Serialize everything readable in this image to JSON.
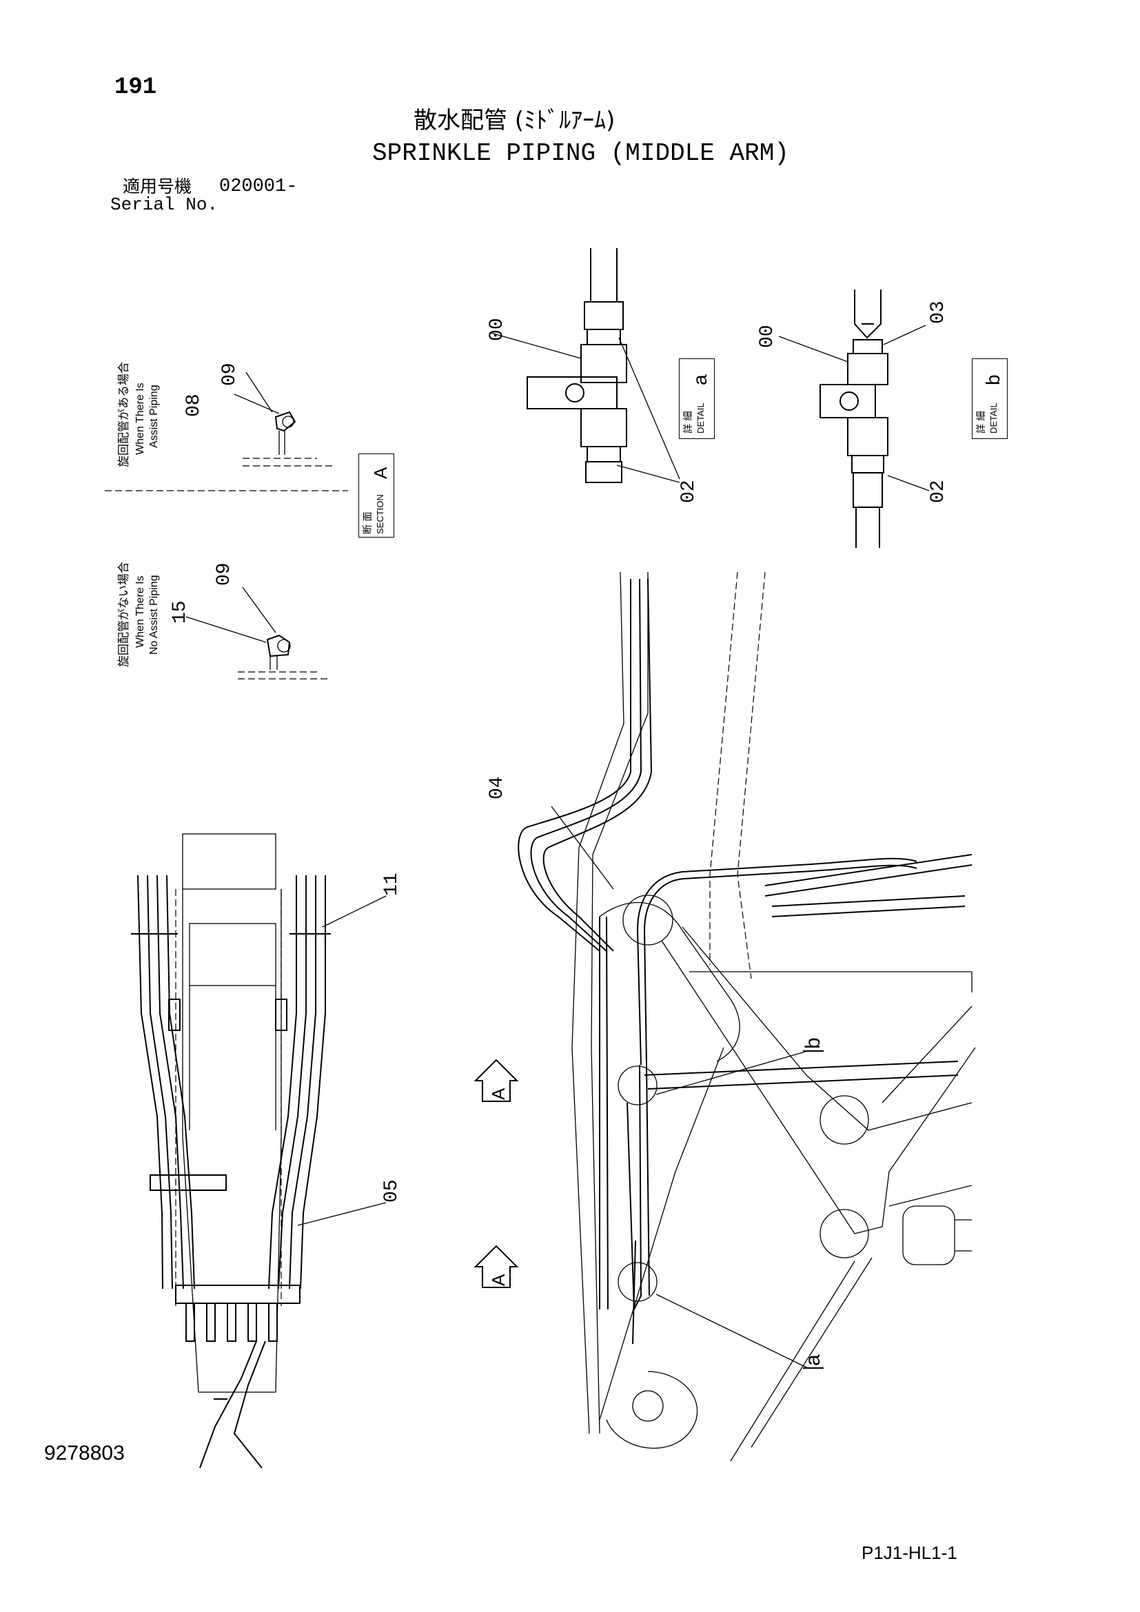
{
  "page": {
    "number": "191",
    "title_jp": "散水配管 (ﾐﾄﾞﾙｱｰﾑ)",
    "title_en": "SPRINKLE PIPING (MIDDLE ARM)",
    "serial_jp": "適用号機",
    "serial_value": "020001-",
    "serial_en": "Serial No.",
    "doc_number": "9278803",
    "code": "P1J1-HL1-1"
  },
  "section_a": {
    "box_jp": "断 面",
    "box_en": "SECTION",
    "box_letter": "A",
    "top_jp": "旋回配管がある場合",
    "top_en1": "When There Is",
    "top_en2": "Assist Piping",
    "bottom_jp": "旋回配管がない場合",
    "bottom_en1": "When There Is",
    "bottom_en2": "No Assist Piping"
  },
  "detail_a": {
    "box_jp": "詳 細",
    "box_en": "DETAIL",
    "letter": "a"
  },
  "detail_b": {
    "box_jp": "詳 細",
    "box_en": "DETAIL",
    "letter": "b"
  },
  "callouts": {
    "c00": "00",
    "c02": "02",
    "c03": "03",
    "c04": "04",
    "c05": "05",
    "c08": "08",
    "c09": "09",
    "c11": "11",
    "c15": "15",
    "ca": "a",
    "cb": "b",
    "cA": "A"
  }
}
